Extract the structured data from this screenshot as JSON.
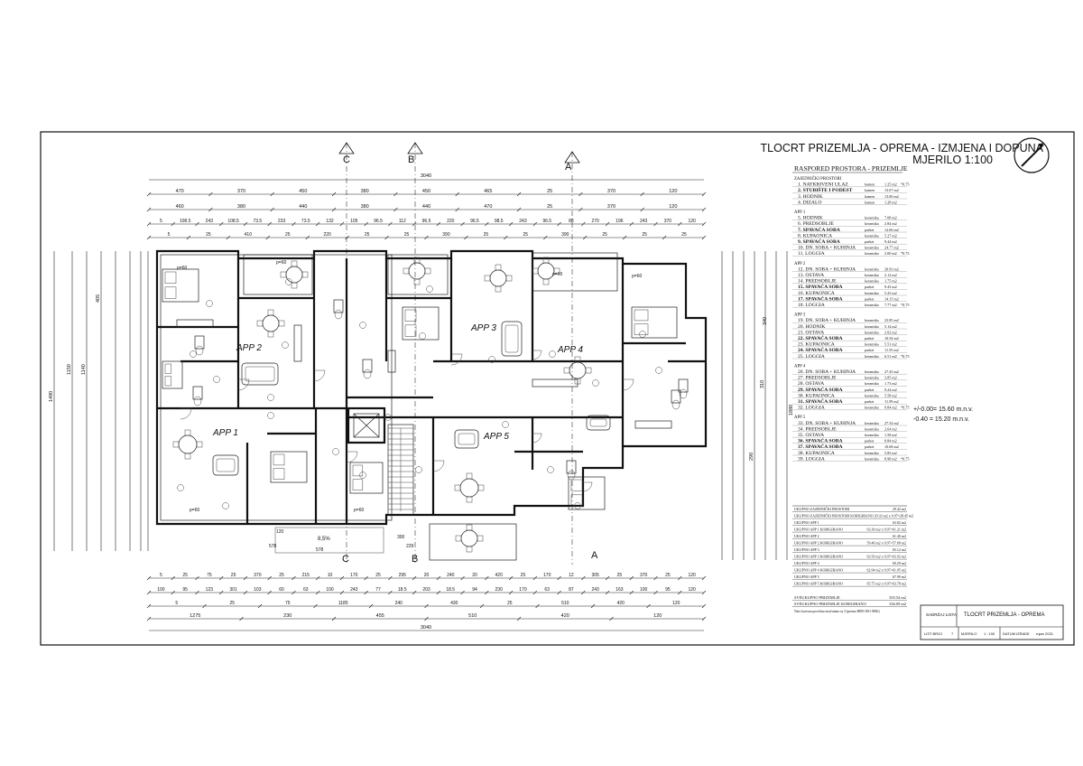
{
  "title": {
    "line1": "TLOCRT PRIZEMLJA - OPREMA - IZMJENA I DOPUNA",
    "line2": "MJERILO 1:100"
  },
  "section_marks": [
    "C",
    "B",
    "A"
  ],
  "apartments": [
    "APP 1",
    "APP 2",
    "APP 3",
    "APP 4",
    "APP 5"
  ],
  "stair_text": "8,5%",
  "elevation_note": [
    "+/-0.00= 15.60 m.n.v.",
    "-0.40 = 15.20 m.n.v."
  ],
  "dims": {
    "top_total": "3040",
    "top_row1": [
      "470",
      "370",
      "450",
      "380",
      "450",
      "465",
      "25",
      "370",
      "120"
    ],
    "top_row2": [
      "460",
      "380",
      "440",
      "380",
      "440",
      "470",
      "25",
      "370",
      "120"
    ],
    "top_row3": [
      "5",
      "108.5",
      "243",
      "108.5",
      "73.5",
      "233",
      "73.5",
      "132",
      "105",
      "96.5",
      "112",
      "96.5",
      "220",
      "96.5",
      "98.5",
      "243",
      "96.5",
      "88",
      "270",
      "196",
      "243",
      "370",
      "120"
    ],
    "top_row4": [
      "5",
      "25",
      "410",
      "25",
      "220",
      "25",
      "25",
      "390",
      "25",
      "25",
      "390",
      "25",
      "25",
      "25"
    ],
    "bottom_row1": [
      "5",
      "25",
      "75",
      "25",
      "370",
      "25",
      "215",
      "10",
      "170",
      "25",
      "295",
      "20",
      "240",
      "20",
      "420",
      "25",
      "170",
      "12",
      "305",
      "25",
      "370",
      "25",
      "120"
    ],
    "bottom_row2": [
      "100",
      "95",
      "123",
      "301",
      "103",
      "60",
      "63",
      "100",
      "243",
      "77",
      "18.5",
      "203",
      "18.5",
      "94",
      "230",
      "170",
      "63",
      "87",
      "243",
      "163",
      "100",
      "95",
      "120"
    ],
    "bottom_row3": [
      "5",
      "25",
      "75",
      "1185",
      "240",
      "430",
      "25",
      "510",
      "420",
      "120"
    ],
    "bottom_row4": [
      "1275",
      "230",
      "455",
      "510",
      "420",
      "120"
    ],
    "bottom_total": "3040",
    "left_totals": [
      "1490",
      "1150",
      "1140",
      "405"
    ],
    "right_totals": [
      "1880",
      "340",
      "310",
      "290"
    ],
    "sub_dims": [
      "578",
      "578",
      "229",
      "300",
      "120",
      "p=60",
      "p=60",
      "p=60",
      "p=60",
      "p=60",
      "p=60"
    ]
  },
  "schedule": {
    "title": "RASPORED PROSTORA - PRIZEMLJE",
    "groups": [
      {
        "header": "ZAJEDNIČKI PROSTORI",
        "rows": [
          [
            "1. NATKRIVENI ULAZ",
            "kamen",
            "1.25 m2",
            "*0.75"
          ],
          [
            "2. STUBIŠTE I PODEST",
            "kamen",
            "13.67 m2",
            ""
          ],
          [
            "3. HODNIK",
            "kamen",
            "13.00 m2",
            ""
          ],
          [
            "4. DIZALO",
            "kamen",
            "1.28 m2",
            ""
          ]
        ]
      },
      {
        "header": "APP 1",
        "rows": [
          [
            "5. HODNIK",
            "keramika",
            "7.08 m2",
            ""
          ],
          [
            "6. PREDSOBLJE",
            "keramika",
            "2.84 m2",
            ""
          ],
          [
            "7. SPAVAĆA SOBA",
            "parket",
            "12.06 m2",
            ""
          ],
          [
            "8. KUPAONICA",
            "keramika",
            "5.27 m2",
            ""
          ],
          [
            "9. SPAVAĆA SOBA",
            "parket",
            "9.44 m2",
            ""
          ],
          [
            "10. DN. SOBA + KUHINJA",
            "keramika",
            "24.77 m2",
            ""
          ],
          [
            "11. LOGGIA",
            "keramika",
            "2.00 m2",
            "*0.75"
          ]
        ]
      },
      {
        "header": "APP 2",
        "rows": [
          [
            "12. DN. SOBA + KUHINJA",
            "keramika",
            "20.93 m2",
            ""
          ],
          [
            "13. OSTAVA",
            "keramika",
            "2.12 m2",
            ""
          ],
          [
            "14. PREDSOBLJE",
            "keramika",
            "1.75 m2",
            ""
          ],
          [
            "15. SPAVAĆA SOBA",
            "parket",
            "9.43 m2",
            ""
          ],
          [
            "16. KUPAONICA",
            "keramika",
            "5.25 m2",
            ""
          ],
          [
            "17. SPAVAĆA SOBA",
            "parket",
            "14.15 m2",
            ""
          ],
          [
            "18. LOGGIA",
            "keramika",
            "7.77 m2",
            "*0.75"
          ]
        ]
      },
      {
        "header": "APP 3",
        "rows": [
          [
            "19. DN. SOBA + KUHINJA",
            "keramika",
            "23.85 m2",
            ""
          ],
          [
            "20. HODNIK",
            "keramika",
            "5.14 m2",
            ""
          ],
          [
            "21. OSTAVA",
            "keramika",
            "2.02 m2",
            ""
          ],
          [
            "22. SPAVAĆA SOBA",
            "parket",
            "10.54 m2",
            ""
          ],
          [
            "23. KUPAONICA",
            "keramika",
            "5.51 m2",
            ""
          ],
          [
            "24. SPAVAĆA SOBA",
            "parket",
            "11.55 m2",
            ""
          ],
          [
            "25. LOGGIA",
            "keramika",
            "6.51 m2",
            "*0.75"
          ]
        ]
      },
      {
        "header": "APP 4",
        "rows": [
          [
            "26. DN. SOBA + KUHINJA",
            "keramika",
            "27.43 m2",
            ""
          ],
          [
            "27. PREDSOBLJE",
            "keramika",
            "3.85 m2",
            ""
          ],
          [
            "28. OSTAVA",
            "keramika",
            "1.73 m2",
            ""
          ],
          [
            "29. SPAVAĆA SOBA",
            "parket",
            "9.24 m2",
            ""
          ],
          [
            "30. KUPAONICA",
            "keramika",
            "5.58 m2",
            ""
          ],
          [
            "31. SPAVAĆA SOBA",
            "parket",
            "11.59 m2",
            ""
          ],
          [
            "32. LOGGIA",
            "keramika",
            "9.84 m2",
            "*0.75"
          ]
        ]
      },
      {
        "header": "APP 5",
        "rows": [
          [
            "33. DN. SOBA + KUHINJA",
            "keramika",
            "27.54 m2",
            ""
          ],
          [
            "34. PREDSOBLJE",
            "keramika",
            "2.64 m2",
            ""
          ],
          [
            "35. OSTAVA",
            "keramika",
            "1.58 m2",
            ""
          ],
          [
            "36. SPAVAĆA SOBA",
            "parket",
            "8.84 m2",
            ""
          ],
          [
            "37. SPAVAĆA SOBA",
            "parket",
            "10.68 m2",
            ""
          ],
          [
            "38. KUPAONICA",
            "keramika",
            "5.85 m2",
            ""
          ],
          [
            "39. LOGGIA",
            "keramika",
            "8.98 m2",
            "*0.75"
          ]
        ]
      }
    ],
    "totals": [
      [
        "UKUPNO ZAJEDNIČKI PROSTORI",
        "29.42 m2"
      ],
      [
        "UKUPNO ZAJEDNIČKI PROSTORI KORIGIRANO 29.33 m2 x 0.97=28.45 m2",
        ""
      ],
      [
        "UKUPNO APP 1",
        "63.82 m2"
      ],
      [
        "UKUPNO APP 1 KORIGIRANO",
        "63.30 m2 x 0.97=61.21 m2"
      ],
      [
        "UKUPNO APP 2",
        "61.40 m2"
      ],
      [
        "UKUPNO APP 2 KORIGIRANO",
        "59.46 m2 x 0.97=57.68 m2"
      ],
      [
        "UKUPNO APP 3",
        "65.12 m2"
      ],
      [
        "UKUPNO APP 3 KORIGIRANO",
        "63.50 m2 x 0.97=63.92 m2"
      ],
      [
        "UKUPNO APP 4",
        "69.29 m2"
      ],
      [
        "UKUPNO APP 4 KORIGIRANO",
        "62.94 m2 x 0.97=61.05 m2"
      ],
      [
        "UKUPNO APP 5",
        "67.99 m2"
      ],
      [
        "UKUPNO APP 5 KORIGIRANO",
        "65.75 m2 x 0.97=63.78 m2"
      ]
    ],
    "grand_totals": [
      [
        "SVEUKUPNO PRIZEMLJE",
        "355.54 m2"
      ],
      [
        "SVEUKUPNO PRIZEMLJE KORIGIRANO",
        "336.09 m2"
      ]
    ],
    "note": "Neto korisna površina izračunata sa 3 (prema HRN ISO 9836)"
  },
  "titleblock": {
    "content_label": "SADRŽAJ LISTA",
    "content_value": "TLOCRT PRIZEMLJA - OPREMA",
    "sheet_label": "LIST BROJ",
    "sheet_value": "7",
    "scale_label": "MJERILO",
    "scale_value": "1 : 100",
    "date_label": "DATUM IZRADE",
    "date_value": "rujan 2021."
  }
}
